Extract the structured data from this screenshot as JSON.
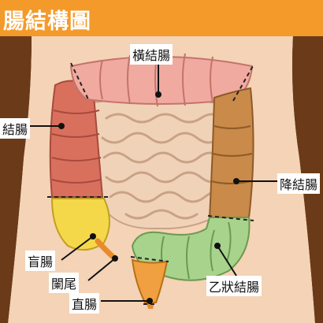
{
  "title": "腸結構圖",
  "labels": {
    "transverse": "橫結腸",
    "ascending": "結腸",
    "descending": "降結腸",
    "cecum": "盲腸",
    "appendix": "闌尾",
    "sigmoid": "乙狀結腸",
    "rectum": "直腸"
  },
  "colors": {
    "banner": "#f39a2a",
    "background": "#4a2a10",
    "skin": "#f4d3b6",
    "colon_red": "#d9705e",
    "transverse_pink": "#f0aaa0",
    "descending_brown": "#c98a4a",
    "cecum_yellow": "#f5d84a",
    "sigmoid_green": "#a8d38c",
    "rectum_orange": "#f0a040",
    "small_intestine": "#f0d2b8"
  }
}
